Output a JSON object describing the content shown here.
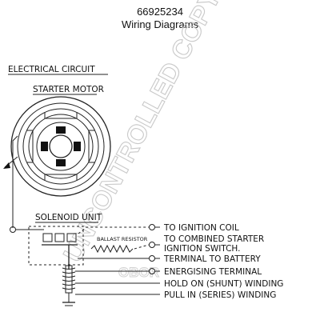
{
  "header": {
    "part_number": "66925234",
    "subtitle": "Wiring Diagrams"
  },
  "diagram": {
    "section_title": "ELECTRICAL  CIRCUIT",
    "motor_label": "STARTER  MOTOR",
    "solenoid_label": "SOLENOID  UNIT",
    "ballast_label": "BALLAST  RESISTOR",
    "terminals": [
      {
        "label": "TO  IGNITION  COIL"
      },
      {
        "label": "TO  COMBINED  STARTER"
      },
      {
        "label": "IGNITION  SWITCH."
      },
      {
        "label": "TERMINAL  TO  BATTERY"
      },
      {
        "label": "ENERGISING  TERMINAL"
      },
      {
        "label": "HOLD  ON  (SHUNT)  WINDING"
      },
      {
        "label": "PULL  IN  (SERIES)  WINDING"
      }
    ]
  },
  "watermark": {
    "text": "UNCONTROLLED COPY",
    "secondary": "OBOR"
  },
  "colors": {
    "line": "#222222",
    "watermark": "#c9c9c9",
    "background": "#ffffff"
  }
}
